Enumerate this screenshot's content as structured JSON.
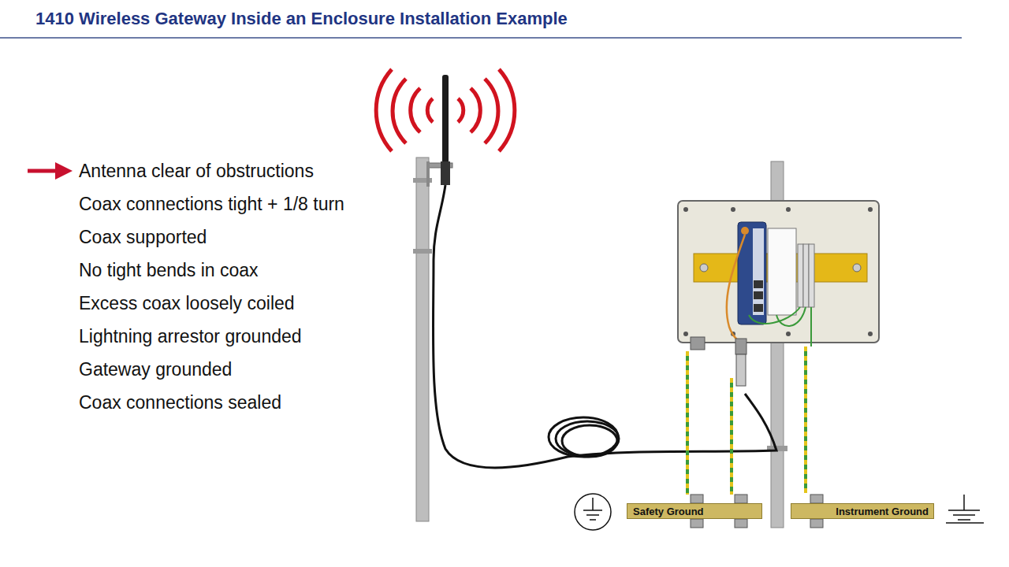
{
  "diagram": {
    "title": "1410 Wireless Gateway Inside an Enclosure Installation Example",
    "nodes": [
      {
        "text": [
          "Safety Ground"
        ]
      },
      {
        "text": [
          "Instrument Ground"
        ]
      }
    ],
    "labels": [
      "Antenna clear of obstructions",
      "Coax connections tight + 1/8 turn",
      "Coax supported",
      "No tight bends in coax",
      "Excess coax loosely coiled",
      "Lightning arrestor grounded",
      "Gateway grounded",
      "Coax connections sealed"
    ]
  }
}
